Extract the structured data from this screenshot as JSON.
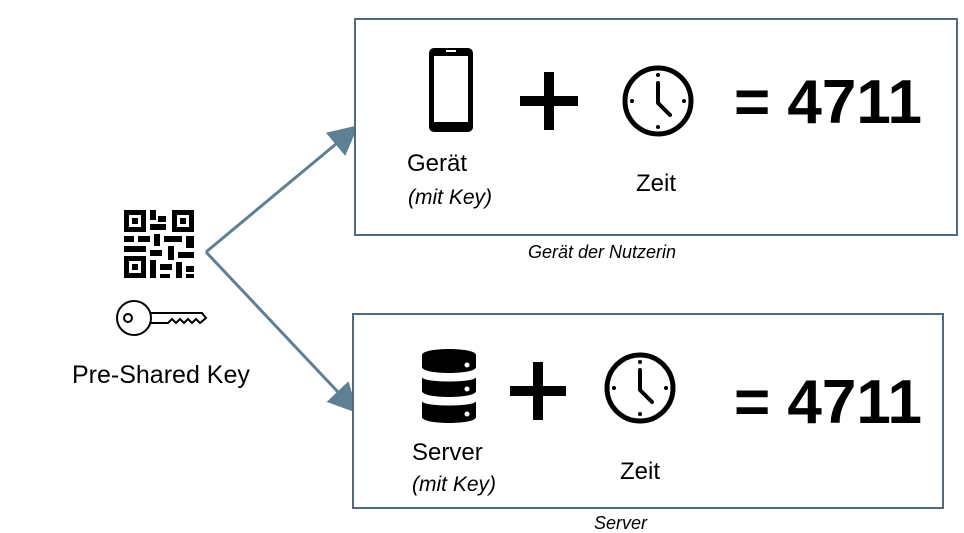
{
  "left": {
    "label": "Pre-Shared Key",
    "icons": [
      "qr-code-icon",
      "key-icon"
    ]
  },
  "device_box": {
    "item1_label": "Gerät",
    "item1_sub": "(mit Key)",
    "item2_label": "Zeit",
    "result": "= 4711",
    "caption": "Gerät der Nutzerin",
    "icons": [
      "smartphone-icon",
      "plus-icon",
      "clock-icon"
    ]
  },
  "server_box": {
    "item1_label": "Server",
    "item1_sub": "(mit Key)",
    "item2_label": "Zeit",
    "result": "= 4711",
    "caption": "Server",
    "icons": [
      "database-icon",
      "plus-icon",
      "clock-icon"
    ]
  },
  "colors": {
    "border": "#4f6b80",
    "arrow": "#5f7f95",
    "ink": "#000000"
  }
}
